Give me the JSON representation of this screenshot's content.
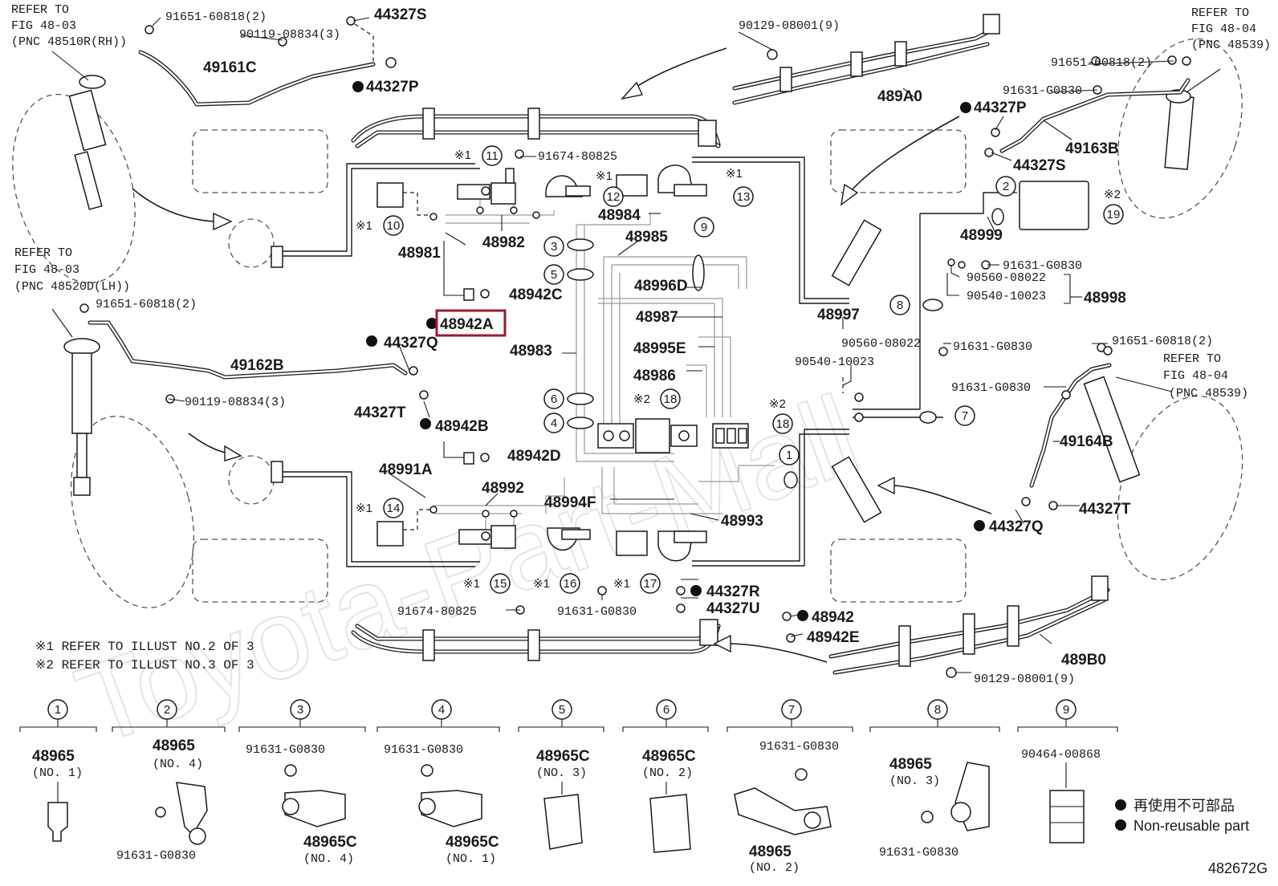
{
  "refer_blocks": [
    {
      "id": "ref-tl",
      "lines": [
        "REFER TO",
        "FIG 48-03",
        "(PNC 48510R(RH))"
      ]
    },
    {
      "id": "ref-ml",
      "lines": [
        "REFER TO",
        "FIG 48-03",
        "(PNC 48520D(LH))"
      ]
    },
    {
      "id": "ref-tr",
      "lines": [
        "REFER TO",
        "FIG 48-04",
        "(PNC 48539)"
      ]
    },
    {
      "id": "ref-mr",
      "lines": [
        "REFER TO",
        "FIG 48-04",
        "(PNC 48539)"
      ]
    }
  ],
  "labels": {
    "p91651_60818_2_a": "91651-60818(2)",
    "p90119_08834_3_a": "90119-08834(3)",
    "p44327S_a": "44327S",
    "p49161C": "49161C",
    "p44327P_a": "44327P",
    "p90129_08001_9_a": "90129-08001(9)",
    "p489A0": "489A0",
    "p91651_60818_2_b": "91651-60818(2)",
    "p91631_G0830_a": "91631-G0830",
    "p44327P_b": "44327P",
    "p49163B": "49163B",
    "p44327S_b": "44327S",
    "p91674_80825_a": "91674-80825",
    "p48984": "48984",
    "p48985": "48985",
    "p48981": "48981",
    "p48982": "48982",
    "p48942C": "48942C",
    "p48942A": "48942A",
    "p48996D": "48996D",
    "p48987": "48987",
    "p48999": "48999",
    "p91631_G0830_b": "91631-G0830",
    "p90560_08022_a": "90560-08022",
    "p90540_10023_a": "90540-10023",
    "p48998": "48998",
    "p48997": "48997",
    "p90560_08022_b": "90560-08022",
    "p90540_10023_b": "90540-10023",
    "p91631_G0830_c": "91631-G0830",
    "p91651_60818_2_c": "91651-60818(2)",
    "p91651_60818_2_d": "91651-60818(2)",
    "p44327Q_a": "44327Q",
    "p49162B": "49162B",
    "p48983": "48983",
    "p48995E": "48995E",
    "p48986": "48986",
    "p90119_08834_3_b": "90119-08834(3)",
    "p44327T_a": "44327T",
    "p48942B": "48942B",
    "p91631_G0830_d": "91631-G0830",
    "p49164B": "49164B",
    "p48942D": "48942D",
    "p48991A": "48991A",
    "p48992": "48992",
    "p48994F": "48994F",
    "p48993": "48993",
    "p44327T_b": "44327T",
    "p44327Q_b": "44327Q",
    "p44327R": "44327R",
    "p44327U": "44327U",
    "p91674_80825_b": "91674-80825",
    "p91631_G0830_e": "91631-G0830",
    "p48942": "48942",
    "p48942E": "48942E",
    "p489B0": "489B0",
    "p90129_08001_9_b": "90129-08001(9)"
  },
  "callouts": [
    "1",
    "2",
    "3",
    "4",
    "5",
    "6",
    "7",
    "8",
    "9",
    "10",
    "11",
    "12",
    "13",
    "14",
    "15",
    "16",
    "17",
    "18",
    "19"
  ],
  "ref_mark_1": "※1",
  "ref_mark_2": "※2",
  "notes": [
    "※1 REFER TO ILLUST NO.2 OF 3",
    "※2 REFER TO ILLUST NO.3 OF 3"
  ],
  "bottom_panels": [
    {
      "num": "1",
      "parts": [
        "48965",
        "(NO. 1)"
      ]
    },
    {
      "num": "2",
      "parts": [
        "48965",
        "(NO. 4)",
        "91631-G0830"
      ]
    },
    {
      "num": "3",
      "parts": [
        "91631-G0830",
        "48965C",
        "(NO. 4)"
      ]
    },
    {
      "num": "4",
      "parts": [
        "91631-G0830",
        "48965C",
        "(NO. 1)"
      ]
    },
    {
      "num": "5",
      "parts": [
        "48965C",
        "(NO. 3)"
      ]
    },
    {
      "num": "6",
      "parts": [
        "48965C",
        "(NO. 2)"
      ]
    },
    {
      "num": "7",
      "parts": [
        "91631-G0830",
        "48965",
        "(NO. 2)"
      ]
    },
    {
      "num": "8",
      "parts": [
        "48965",
        "(NO. 3)",
        "91631-G0830"
      ]
    },
    {
      "num": "9",
      "parts": [
        "90464-00868"
      ]
    }
  ],
  "legend": [
    "再使用不可部品",
    "Non-reusable part"
  ],
  "figure_id": "482672G",
  "watermark": "Toyota-Part-Mall",
  "highlight_color": "#9b1b30"
}
